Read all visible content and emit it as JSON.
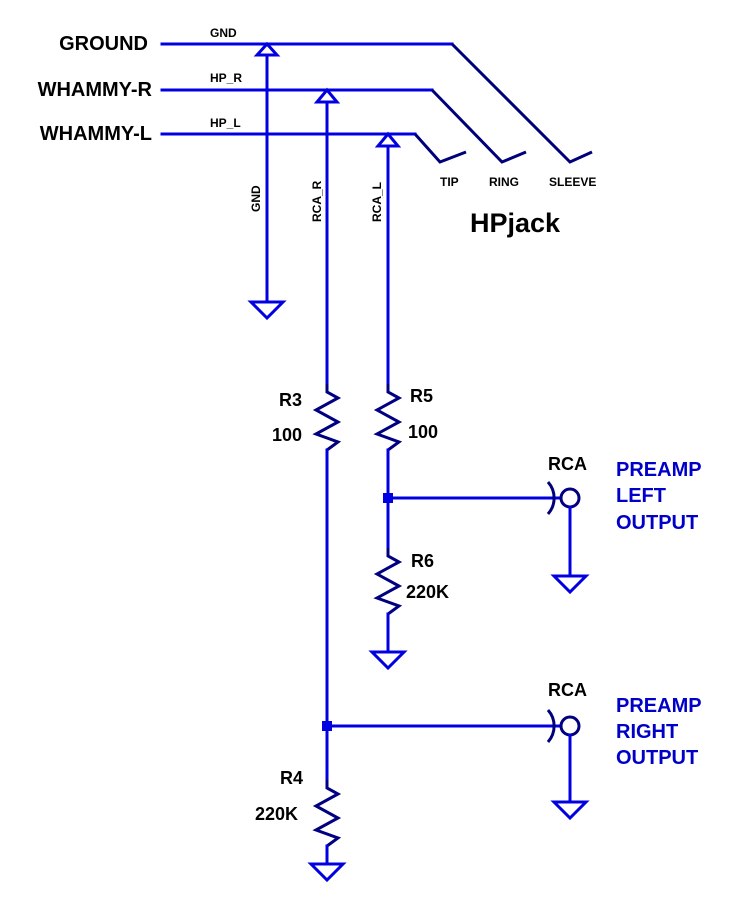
{
  "nets": {
    "ground": "GROUND",
    "whammy_r": "WHAMMY-R",
    "whammy_l": "WHAMMY-L",
    "gnd": "GND",
    "hp_r": "HP_R",
    "hp_l": "HP_L",
    "rca_r": "RCA_R",
    "rca_l": "RCA_L"
  },
  "jack": {
    "name": "HPjack",
    "pins": {
      "tip": "TIP",
      "ring": "RING",
      "sleeve": "SLEEVE"
    }
  },
  "resistors": {
    "r3": {
      "ref": "R3",
      "value": "100"
    },
    "r4": {
      "ref": "R4",
      "value": "220K"
    },
    "r5": {
      "ref": "R5",
      "value": "100"
    },
    "r6": {
      "ref": "R6",
      "value": "220K"
    }
  },
  "connectors": {
    "left": {
      "ref": "RCA",
      "label": [
        "PREAMP",
        "LEFT",
        "OUTPUT"
      ]
    },
    "right": {
      "ref": "RCA",
      "label": [
        "PREAMP",
        "RIGHT",
        "OUTPUT"
      ]
    }
  },
  "colors": {
    "wire": "#0000e0",
    "component": "#000080",
    "label_blue": "#0000c8",
    "text": "#000000"
  }
}
